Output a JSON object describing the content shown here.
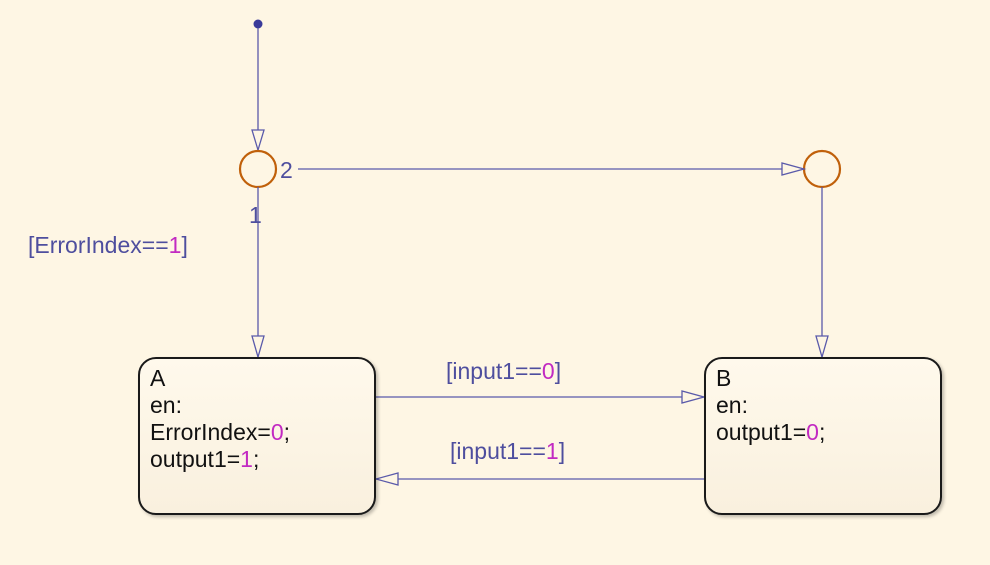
{
  "states": {
    "a": {
      "name": "A",
      "entry_label": "en:",
      "actions": [
        {
          "lhs": "ErrorIndex=",
          "value": "0",
          "end": ";"
        },
        {
          "lhs": "output1=",
          "value": "1",
          "end": ";"
        }
      ]
    },
    "b": {
      "name": "B",
      "entry_label": "en:",
      "actions": [
        {
          "lhs": "output1=",
          "value": "0",
          "end": ";"
        }
      ]
    }
  },
  "junction": {
    "order_1": "1",
    "order_2": "2"
  },
  "transitions": {
    "junction_to_a": {
      "open": "[ErrorIndex==",
      "value": "1",
      "close": "]"
    },
    "a_to_b": {
      "open": "[input1==",
      "value": "0",
      "close": "]"
    },
    "b_to_a": {
      "open": "[input1==",
      "value": "1",
      "close": "]"
    }
  },
  "colors": {
    "background": "#fef6e4",
    "transition_line": "#5a5aaa",
    "label_text": "#4e4e9e",
    "literal_value": "#c22ac2",
    "junction_stroke": "#c0600a",
    "state_border": "#1a1a1a"
  }
}
